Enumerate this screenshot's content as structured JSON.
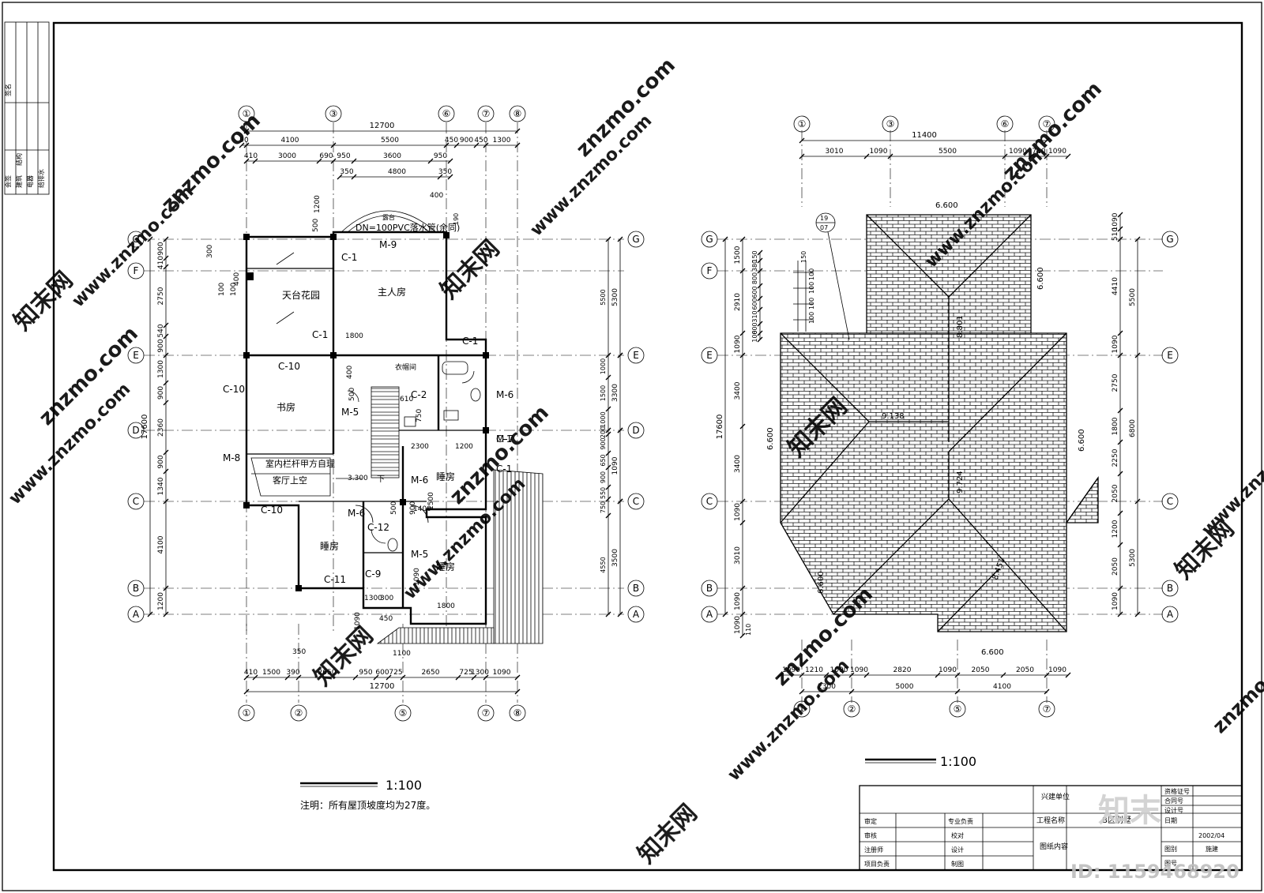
{
  "left_plan": {
    "axes_top": [
      "①",
      "③",
      "⑥",
      "⑦",
      "⑧"
    ],
    "axes_bottom": [
      "①",
      "②",
      "⑤",
      "⑦",
      "⑧"
    ],
    "axes_rows": [
      "G",
      "F",
      "E",
      "D",
      "C",
      "B",
      "A"
    ],
    "dims_top_overall": "12700",
    "dims_top_row2": [
      "90",
      "4100",
      "5500",
      "450",
      "900",
      "450",
      "1300"
    ],
    "dims_top_row3": [
      "410",
      "3000",
      "690",
      "950",
      "3600",
      "950"
    ],
    "dims_top_row4": [
      "350",
      "4800",
      "350"
    ],
    "dim_400": "400",
    "dim_190": "190",
    "dims_bottom": [
      "410",
      "1500",
      "390",
      "2650",
      "950",
      "600",
      "725",
      "2650",
      "725",
      "1300",
      "1090"
    ],
    "dims_bottom_overall": "12700",
    "dims_left_overall": "17600",
    "dims_left": [
      "900",
      "410",
      "2750",
      "540",
      "900",
      "1300",
      "900",
      "2360",
      "900",
      "1340",
      "4100",
      "1200"
    ],
    "dims_right": [
      "5500",
      "1000",
      "1500",
      "1000",
      "200",
      "900",
      "650",
      "900",
      "550",
      "750",
      "4550",
      "5300",
      "3500",
      "3300",
      "1090"
    ],
    "rooms": [
      "天台花园",
      "主人房",
      "书房",
      "衣帽间",
      "睡房",
      "睡房",
      "睡房",
      "室内栏杆甲方自理",
      "客厅上空"
    ],
    "tags": [
      "M-9",
      "C-1",
      "C-1",
      "C-1",
      "C-1",
      "C-1",
      "M-7",
      "C-10",
      "C-10",
      "M-8",
      "M-5",
      "C-2",
      "M-6",
      "M-6",
      "M-6",
      "M-5",
      "C-12",
      "C-10",
      "C-11",
      "C-9",
      "1800",
      "1800",
      "2300",
      "1200",
      "1400",
      "400",
      "500",
      "610",
      "750",
      "1500",
      "900",
      "500",
      "1300",
      "300",
      "1090",
      "1090",
      "450",
      "350",
      "1100",
      "500",
      "1200",
      "300",
      "100",
      "400",
      "100"
    ],
    "pipe_note": "DN=100PVC落水管(余同)",
    "balcony_label": "露台",
    "level_3300": "3.300",
    "down_label": "下",
    "scale": "1:100",
    "note": "注明：所有屋顶坡度均为27度。"
  },
  "right_plan": {
    "axes_top": [
      "①",
      "③",
      "⑥",
      "⑦"
    ],
    "axes_bottom": [
      "①",
      "②",
      "⑤",
      "⑦"
    ],
    "axes_rows": [
      "G",
      "F",
      "E",
      "C",
      "B",
      "A"
    ],
    "dims_top_overall": "11400",
    "dims_top": [
      "3010",
      "1090",
      "5500",
      "1090",
      "710",
      "1090"
    ],
    "dims_bottom_row1": [
      "1090",
      "1210",
      "1090",
      "1090",
      "2820",
      "1090",
      "2050",
      "2050",
      "1090"
    ],
    "dims_bottom_row2": [
      "2300",
      "5000",
      "4100"
    ],
    "dims_left_overall": "17600",
    "dims_left": [
      "1500",
      "2910",
      "1090",
      "3400",
      "3400",
      "1090",
      "3010",
      "1090",
      "1090"
    ],
    "dims_left_detail": [
      "150",
      "380",
      "800",
      "600",
      "600",
      "310",
      "600",
      "100",
      "150",
      "100",
      "100",
      "100",
      "100"
    ],
    "dims_right_inner": [
      "1090",
      "510",
      "4410",
      "1090",
      "2750",
      "1800",
      "2250",
      "2050",
      "1200",
      "2050",
      "1090"
    ],
    "dims_right_outer": [
      "5500",
      "6800",
      "5300"
    ],
    "elevations": [
      "6.600",
      "6.600",
      "6.600",
      "6.600",
      "6.600",
      "6.600",
      "8.801",
      "9.138",
      "9.724",
      "8.451"
    ],
    "detail_callout_top": "19",
    "detail_callout_bottom": "07",
    "dim_110": "110",
    "scale": "1:100"
  },
  "revision_strip": {
    "label_top": "会签",
    "disciplines": [
      "建筑",
      "结构",
      "电器",
      "给排水"
    ],
    "sign": "签名"
  },
  "title_block": {
    "client_label": "兴建单位",
    "project_label": "工程名称",
    "project_name": "B区别墅",
    "drawing_label": "图纸内容",
    "cert_label": "资格证号",
    "contract_label": "合同号",
    "design_no_label": "设计号",
    "date_label": "日期",
    "date_value": "2002/04",
    "sheet_label": "图别",
    "sheet_value": "施建",
    "sheet_no_label": "图号",
    "rows_left": [
      "审定",
      "审核",
      "注册师",
      "项目负责"
    ],
    "rows_mid": [
      "专业负责",
      "校对",
      "设计",
      "制图"
    ]
  },
  "watermark": {
    "site": "znzmo.com",
    "url": "www.znzmo.com",
    "brand": "知末网",
    "logo": "知末",
    "id": "ID: 1159468920"
  }
}
